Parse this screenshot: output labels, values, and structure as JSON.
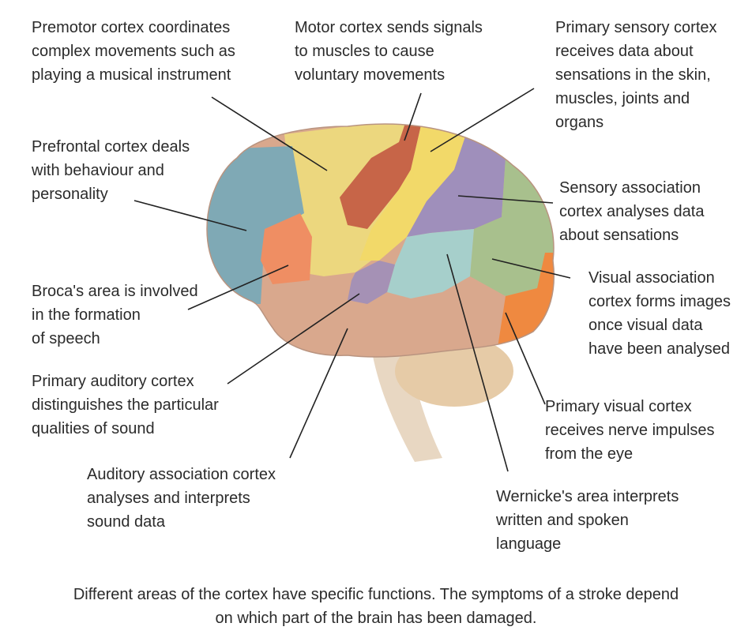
{
  "labels": {
    "premotor": [
      "Premotor cortex coordinates",
      "complex movements such as",
      "playing a musical instrument"
    ],
    "motor": [
      "Motor cortex sends signals",
      "to muscles to cause",
      "voluntary movements"
    ],
    "primary_sensory": [
      "Primary sensory cortex",
      "receives data about",
      "sensations in the skin,",
      "muscles, joints and",
      "organs"
    ],
    "prefrontal": [
      "Prefrontal cortex deals",
      "with behaviour and",
      "personality"
    ],
    "sensory_association": [
      "Sensory association",
      "cortex analyses data",
      "about sensations"
    ],
    "broca": [
      "Broca's area is involved",
      "in the formation",
      "of speech"
    ],
    "visual_association": [
      "Visual association",
      "cortex forms images",
      "once visual data",
      "have been analysed"
    ],
    "primary_auditory": [
      "Primary auditory cortex",
      "distinguishes the particular",
      "qualities of sound"
    ],
    "primary_visual": [
      "Primary visual cortex",
      "receives nerve impulses",
      "from the eye"
    ],
    "auditory_association": [
      "Auditory association cortex",
      "analyses and interprets",
      "sound data"
    ],
    "wernicke": [
      "Wernicke's area interprets",
      "written and spoken",
      "language"
    ]
  },
  "caption": [
    "Different areas of the cortex have specific functions. The symptoms of a stroke depend",
    "on which part of the brain has been damaged."
  ],
  "colors": {
    "prefrontal": "#7fa9b5",
    "broca": "#ef8e63",
    "premotor": "#ecd77e",
    "motor": "#c76548",
    "primary_sensory": "#f2d969",
    "sensory_association": "#9f8fbb",
    "visual_association": "#a8c08d",
    "primary_visual": "#ef8940",
    "temporal": "#d9a88d",
    "wernicke": "#a6cfcb",
    "auditory": "#a591b5",
    "cerebellum": "#e6cba7",
    "brainstem": "#e8d7c2",
    "leader_line": "#222222",
    "text": "#2b2b2b"
  }
}
